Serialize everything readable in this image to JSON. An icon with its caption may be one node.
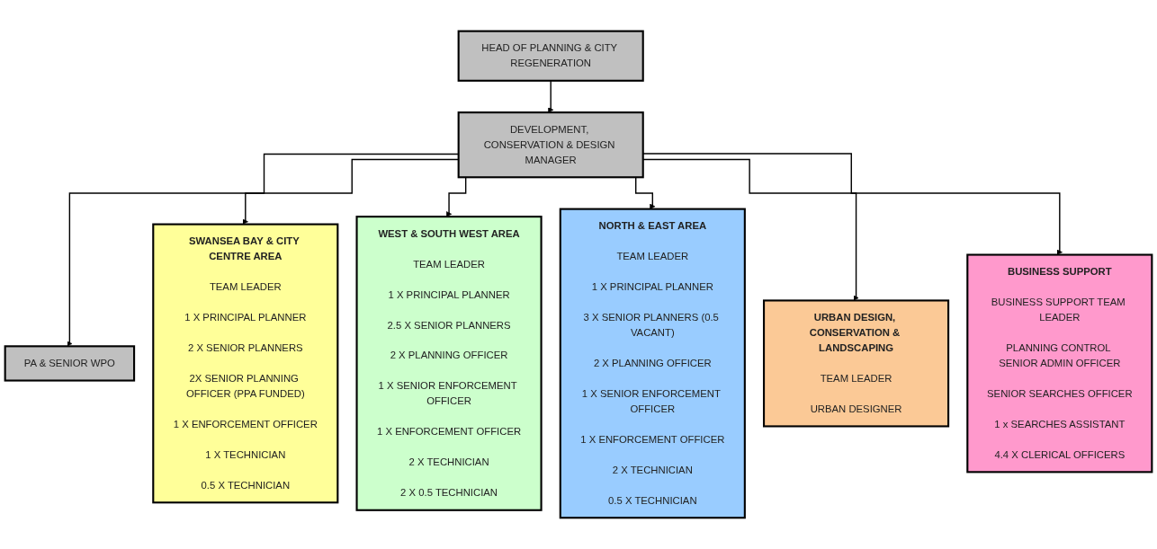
{
  "diagram": {
    "nodes": [
      {
        "text": [
          "HEAD OF PLANNING & CITY REGENERATION"
        ]
      },
      {
        "text": [
          "DEVELOPMENT, CONSERVATION & DESIGN MANAGER"
        ]
      },
      {
        "text": [
          "PA & SENIOR WPO"
        ]
      },
      {
        "text": [
          "SWANSEA BAY & CITY CENTRE AREA",
          "TEAM LEADER",
          "1 X PRINCIPAL PLANNER",
          "2 X SENIOR PLANNERS",
          "2X SENIOR PLANNING OFFICER (PPA FUNDED)",
          "1 X ENFORCEMENT OFFICER",
          "1 X TECHNICIAN",
          "0.5 X TECHNICIAN"
        ]
      },
      {
        "text": [
          "WEST & SOUTH WEST AREA",
          "TEAM LEADER",
          "1 X PRINCIPAL PLANNER",
          "2.5 X SENIOR PLANNERS",
          "2 X PLANNING OFFICER",
          "1 X SENIOR ENFORCEMENT OFFICER",
          "1 X ENFORCEMENT OFFICER",
          "2 X TECHNICIAN",
          "2 X 0.5 TECHNICIAN"
        ]
      },
      {
        "text": [
          "NORTH & EAST AREA",
          "TEAM LEADER",
          "1 X PRINCIPAL PLANNER",
          "3 X SENIOR PLANNERS (0.5 VACANT)",
          "2 X PLANNING OFFICER",
          "1 X SENIOR ENFORCEMENT OFFICER",
          "1 X ENFORCEMENT OFFICER",
          "2 X TECHNICIAN",
          "0.5 X TECHNICIAN"
        ]
      },
      {
        "text": [
          "URBAN DESIGN, CONSERVATION & LANDSCAPING",
          "TEAM LEADER",
          "URBAN DESIGNER"
        ]
      },
      {
        "text": [
          "BUSINESS SUPPORT",
          "BUSINESS SUPPORT TEAM LEADER",
          "PLANNING CONTROL SENIOR ADMIN OFFICER",
          "SENIOR SEARCHES OFFICER",
          "1 x SEARCHES ASSISTANT",
          "4.4 X CLERICAL OFFICERS"
        ]
      }
    ],
    "edges": [
      {
        "from": 0,
        "to": 1,
        "arrow": "to"
      },
      {
        "from": 1,
        "to": 2,
        "arrow": "to"
      },
      {
        "from": 1,
        "to": 3,
        "arrow": "to"
      },
      {
        "from": 1,
        "to": 4,
        "arrow": "to"
      },
      {
        "from": 1,
        "to": 5,
        "arrow": "to"
      },
      {
        "from": 1,
        "to": 6,
        "arrow": "to"
      },
      {
        "from": 1,
        "to": 7,
        "arrow": "to"
      }
    ]
  }
}
